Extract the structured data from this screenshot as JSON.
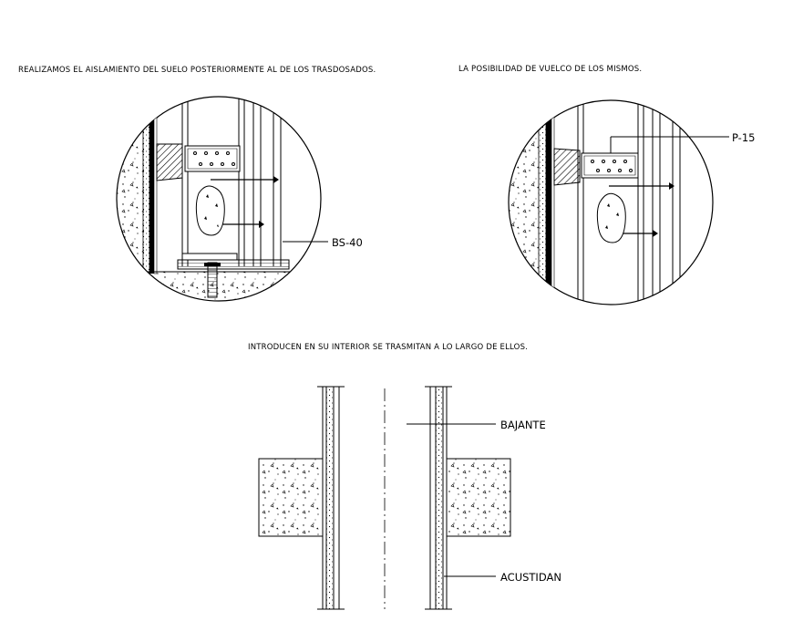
{
  "captions": {
    "top_left": "REALIZAMOS EL AISLAMIENTO DEL SUELO POSTERIORMENTE AL DE LOS TRASDOSADOS.",
    "top_right": "LA POSIBILIDAD DE VUELCO DE LOS MISMOS.",
    "middle": "INTRODUCEN EN SU INTERIOR SE TRASMITAN A LO LARGO DE ELLOS."
  },
  "labels": {
    "detail_left": "BS-40",
    "detail_right": "P-15",
    "pipe_top": "BAJANTE",
    "pipe_bottom": "ACUSTIDAN"
  },
  "colors": {
    "line": "#000000",
    "background": "#ffffff"
  }
}
